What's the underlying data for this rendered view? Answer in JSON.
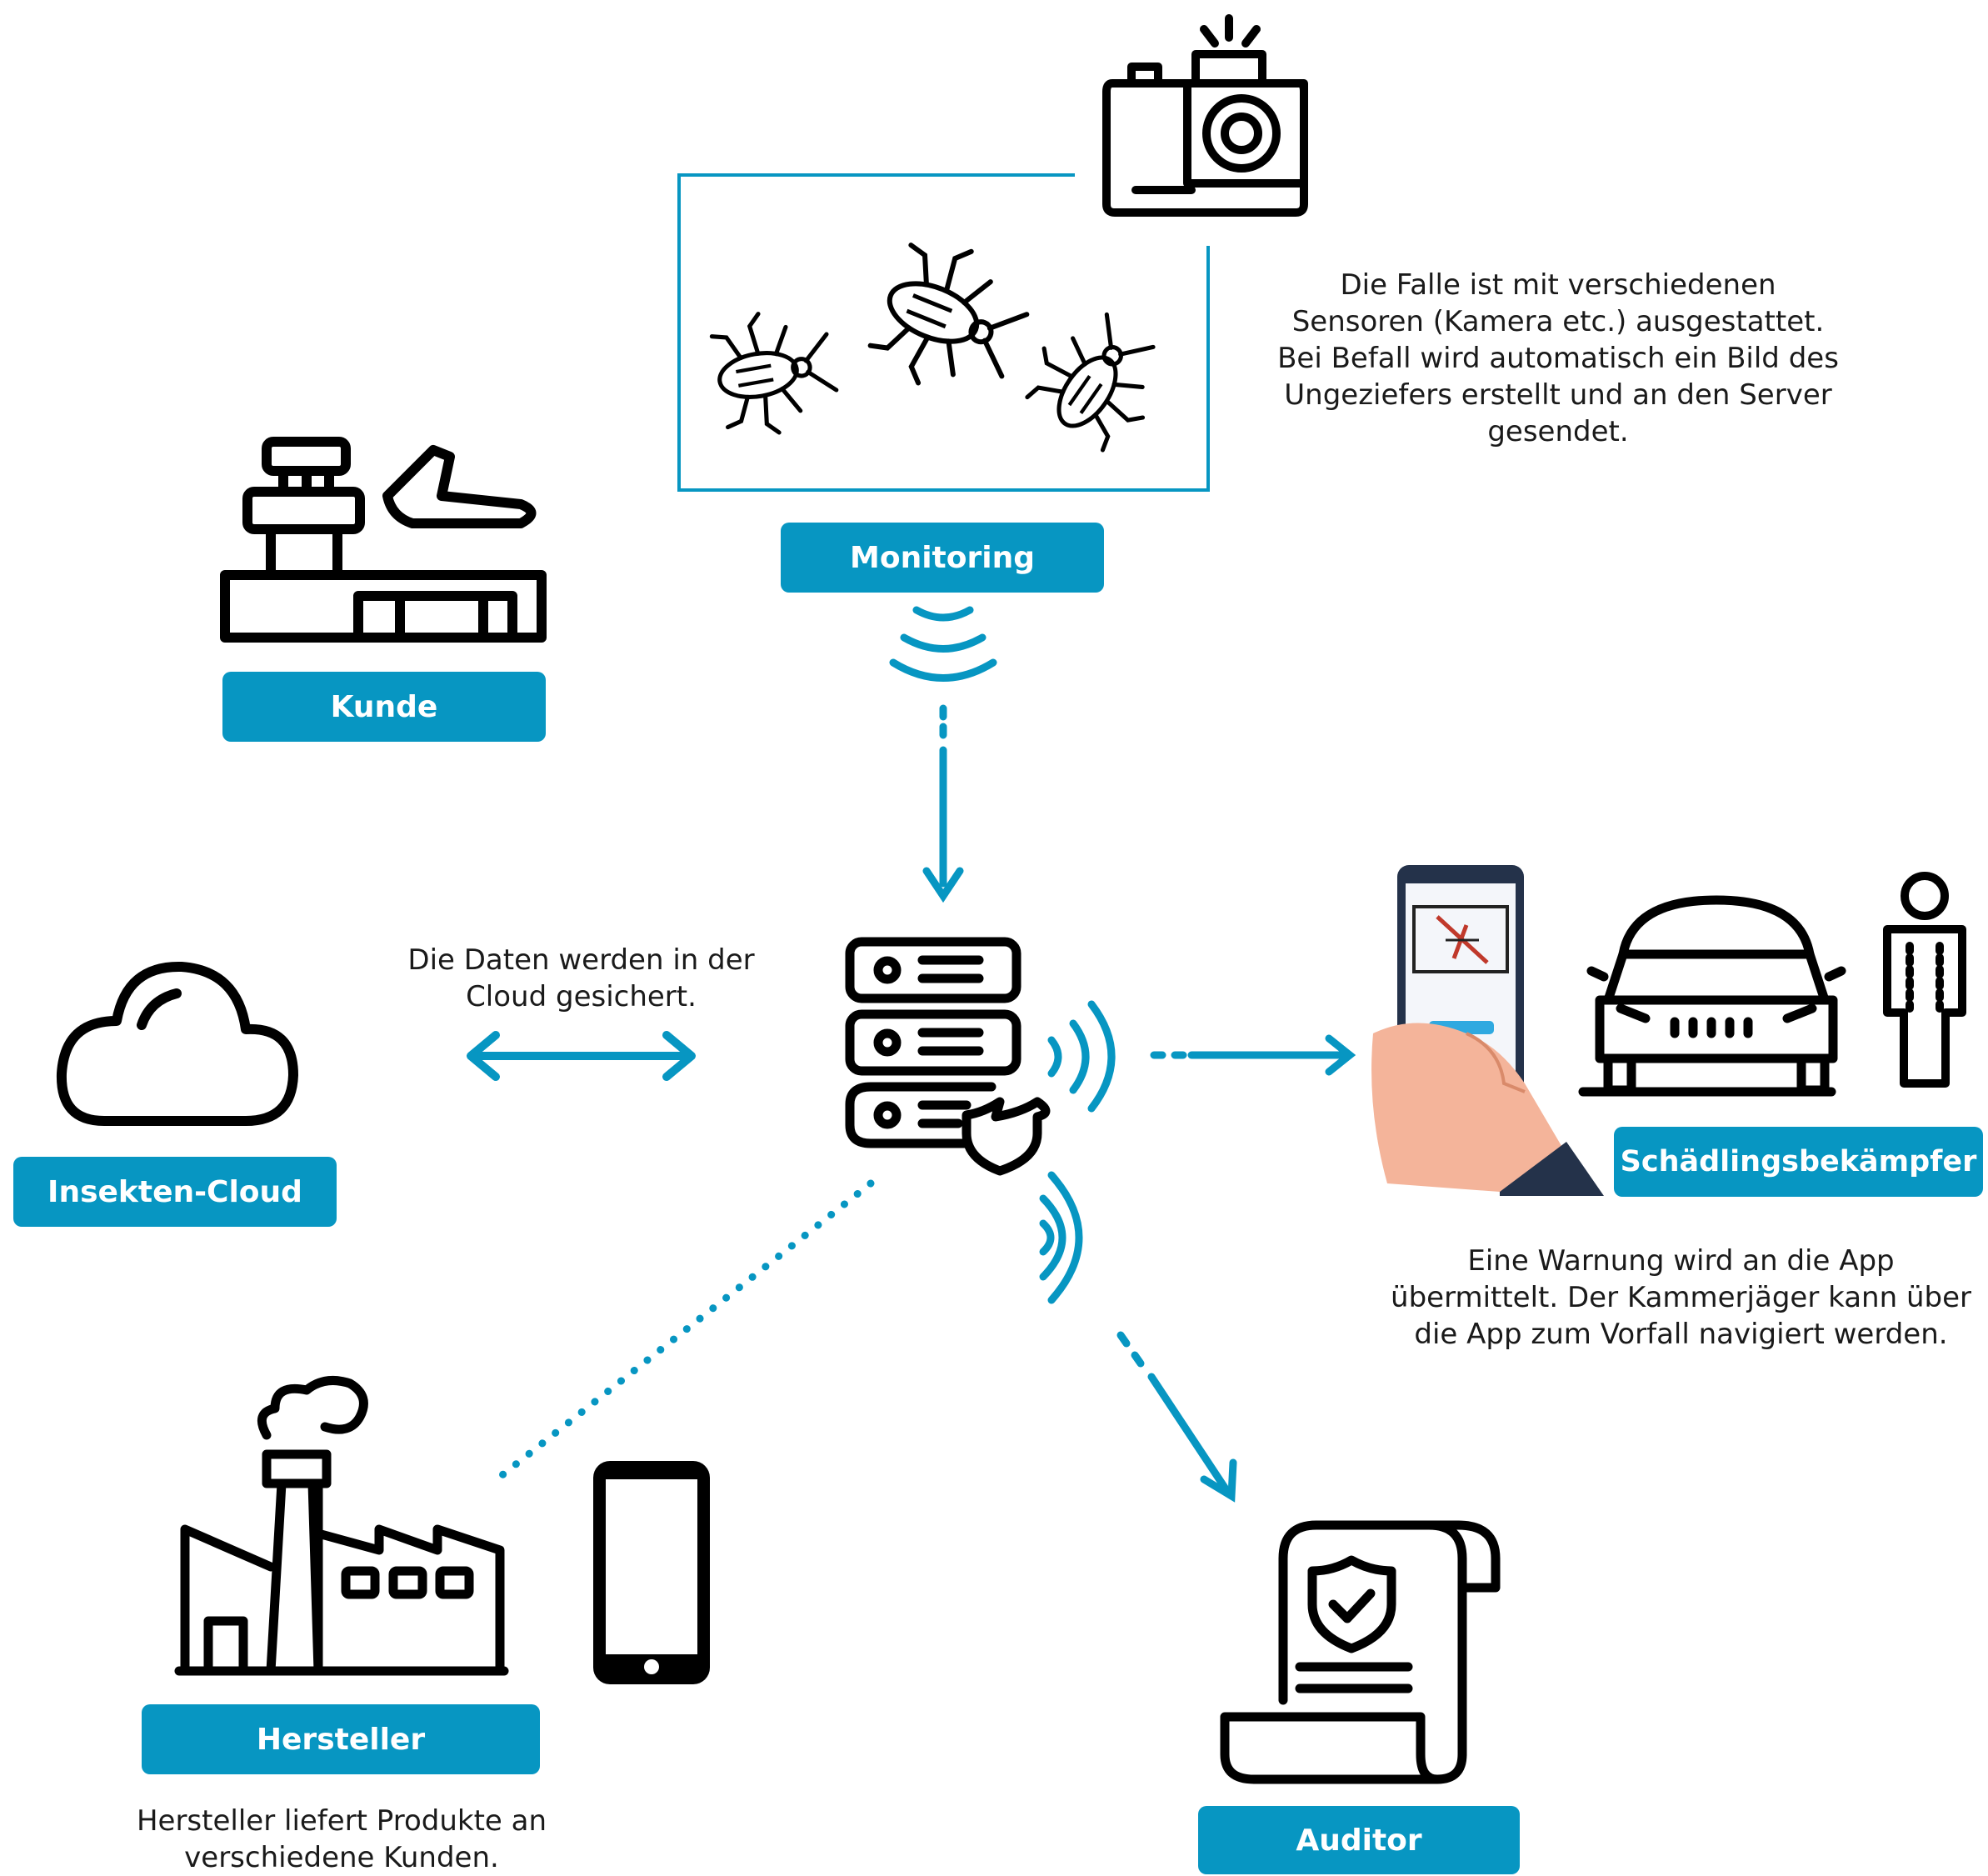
{
  "colors": {
    "accent": "#0796c2",
    "ink": "#000000",
    "text": "#1a1a1a"
  },
  "nodes": {
    "monitoring": {
      "label": "Monitoring",
      "icon": "camera-icon"
    },
    "kunde": {
      "label": "Kunde",
      "icon": "airport-icon"
    },
    "cloud": {
      "label": "Insekten-Cloud",
      "icon": "cloud-icon"
    },
    "server": {
      "icon": "server-shield-icon"
    },
    "pest_control": {
      "label": "Schädlingsbekämpfer",
      "icon": "smartphone-car-person-icon"
    },
    "hersteller": {
      "label": "Hersteller",
      "icon": "factory-icon"
    },
    "auditor": {
      "label": "Auditor",
      "icon": "certificate-icon"
    }
  },
  "notes": {
    "monitoring": [
      "Die Falle ist mit verschiedenen",
      "Sensoren (Kamera etc.) ausgestattet.",
      "Bei Befall wird automatisch ein Bild des",
      "Ungeziefers erstellt und an den Server",
      "gesendet."
    ],
    "cloud": [
      "Die Daten werden in der",
      "Cloud gesichert."
    ],
    "pest_control": [
      "Eine Warnung wird an die App",
      "übermittelt. Der Kammerjäger kann über",
      "die App zum Vorfall navigiert werden."
    ],
    "hersteller": [
      "Hersteller liefert Produkte an",
      "verschiedene Kunden."
    ]
  }
}
